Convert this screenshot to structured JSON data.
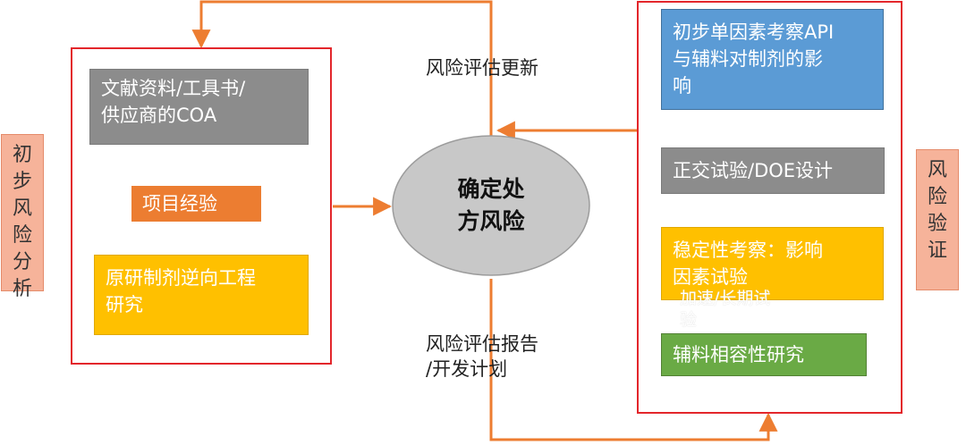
{
  "left_side_label": "初\n步\n风\n险\n分\n析",
  "right_side_label": "风\n险\n验\n证",
  "left_boxes": {
    "literature": "文献资料/工具书/\n供应商的COA",
    "experience": "项目经验",
    "reverse_engineering": "原研制剂逆向工程\n研究"
  },
  "center": {
    "title": "确定处\n方风险"
  },
  "labels": {
    "update": "风险评估更新",
    "report": "风险评估报告\n/开发计划"
  },
  "right_boxes": {
    "single_factor": "初步单因素考察API\n与辅料对制剂的影\n响",
    "doe": "正交试验/DOE设计",
    "stability": "稳定性考察：影响\n因素试验",
    "stability_overflow": "加速/长期试\n验",
    "compatibility": "辅料相容性研究"
  },
  "colors": {
    "arrow": "#ed7d31",
    "frame": "#e3262b",
    "ellipse": "#c8c8c8"
  }
}
